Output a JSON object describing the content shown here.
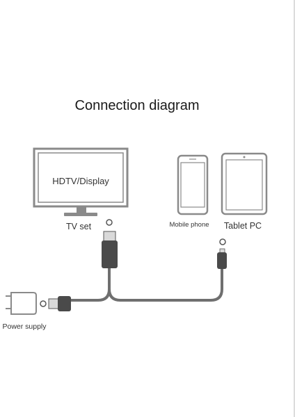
{
  "title": "Connection diagram",
  "tv": {
    "screen_label": "HDTV/Display",
    "caption": "TV set"
  },
  "phone": {
    "caption": "Mobile phone"
  },
  "tablet": {
    "caption": "Tablet PC"
  },
  "power": {
    "caption": "Power supply"
  },
  "colors": {
    "outline": "#8a8a8a",
    "cable": "#6f6f6f",
    "connector": "#4a4a4a",
    "plug_metal": "#d9d9d9",
    "text": "#1a1a1a"
  }
}
